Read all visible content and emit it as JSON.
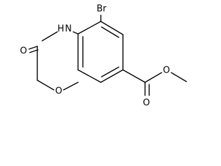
{
  "molecule": {
    "atoms": {
      "br": "Br",
      "nh": "H",
      "n": "N",
      "ketone_o": "O",
      "ring_o": "O",
      "ester_carbonyl_o": "O",
      "ester_o": "O"
    }
  }
}
